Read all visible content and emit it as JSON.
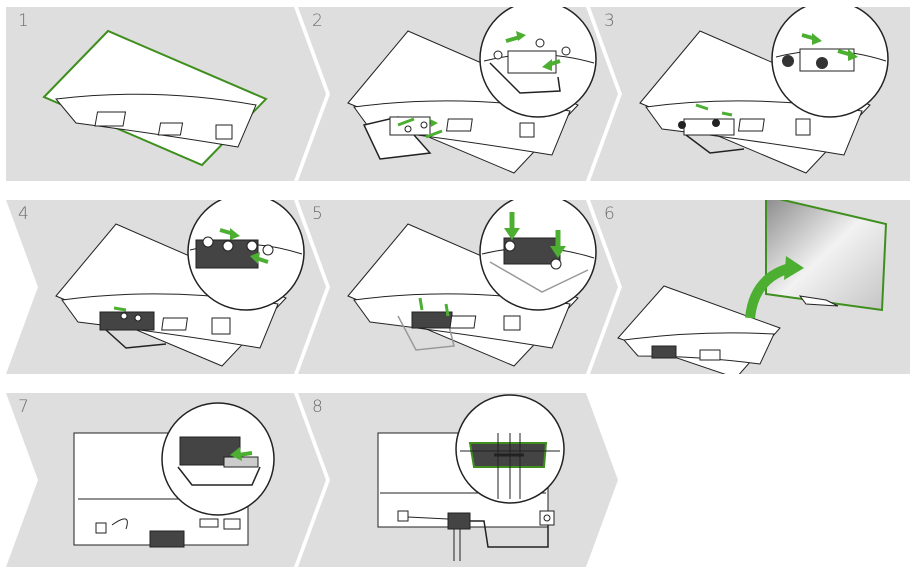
{
  "instructions": {
    "steps": [
      {
        "number": "1"
      },
      {
        "number": "2"
      },
      {
        "number": "3"
      },
      {
        "number": "4"
      },
      {
        "number": "5"
      },
      {
        "number": "6"
      },
      {
        "number": "7"
      },
      {
        "number": "8"
      }
    ]
  },
  "colors": {
    "panel_bg": "#dedede",
    "accent_green": "#4caf32",
    "outline_green": "#3f8f1e",
    "line": "#222222",
    "tv_white": "#ffffff",
    "screen_gray": "#b8b8b8"
  },
  "icons": [
    "arrow-icon",
    "screw-icon",
    "zoom-circle-icon",
    "power-outlet-icon",
    "cable-icon"
  ]
}
